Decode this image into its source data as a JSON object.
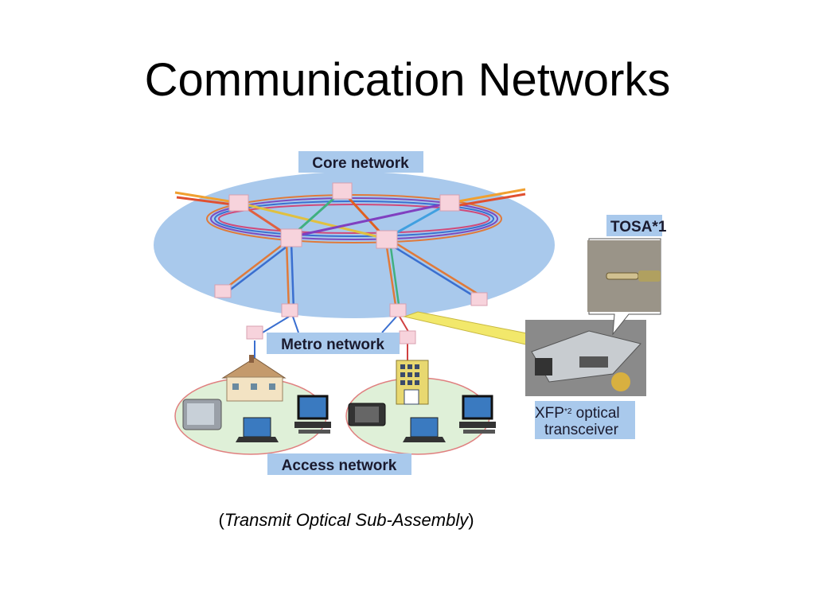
{
  "slide": {
    "title": "Communication Networks"
  },
  "diagram": {
    "core_label": "Core network",
    "metro_label": "Metro network",
    "access_label": "Access network",
    "tosa_label": "TOSA*1",
    "xfp_label_line1": "XFP",
    "xfp_sup": "*2",
    "xfp_label_line1b": " optical",
    "xfp_label_line2": "transceiver",
    "colors": {
      "core_ellipse": "#a9c9ec",
      "access_ellipse": "#dff0d8",
      "node": "#f7d3dc",
      "label_bg": "#a9c9ec",
      "arrow": "#f2e86b"
    }
  },
  "caption": {
    "open_paren": "(",
    "text": "Transmit Optical Sub-Assembly",
    "close_paren": ")"
  }
}
